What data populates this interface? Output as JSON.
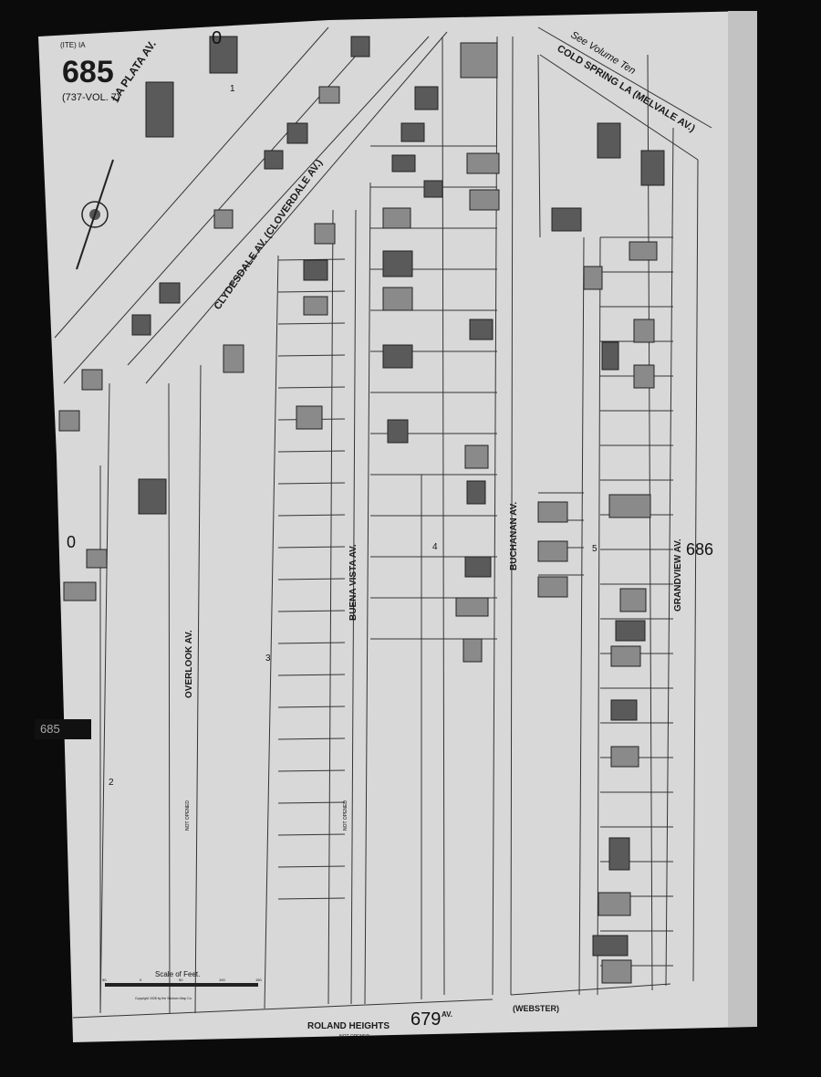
{
  "sheet": {
    "page_number": "685",
    "volume_note": "(737-VOL. 7)",
    "header_small": "(ITE) IA",
    "side_tab": "685",
    "adjacent_sheet_right": "686",
    "adjacent_sheet_bottom": "679",
    "see_volume_note": "See Volume Ten"
  },
  "streets": {
    "la_plata": "LA PLATA AV.",
    "clydesdale": "CLYDESDALE AV. (CLOVERDALE AV.)",
    "cold_spring": "COLD SPRING LA (MELVALE AV.)",
    "buena_vista": "BUENA VISTA AV.",
    "buchanan": "BUCHANAN AV.",
    "grandview": "GRANDVIEW AV.",
    "overlook": "OVERLOOK AV.",
    "roland_heights": "ROLAND HEIGHTS",
    "roland_suffix": "AV.",
    "not_opened": "NOT OPENED",
    "webster": "(WEBSTER)"
  },
  "blocks": [
    "0",
    "1",
    "2",
    "3",
    "4",
    "5",
    "0"
  ],
  "scale": {
    "title": "Scale of Feet.",
    "ticks": [
      "50",
      "0",
      "50",
      "100",
      "150"
    ],
    "copyright": "Copyright 1928 by the Sanborn Map Co."
  },
  "colors": {
    "paper": "#dcdcdc",
    "building": "#8a8a8a",
    "building_dark": "#5a5a5a",
    "background": "#0b0b0b"
  }
}
